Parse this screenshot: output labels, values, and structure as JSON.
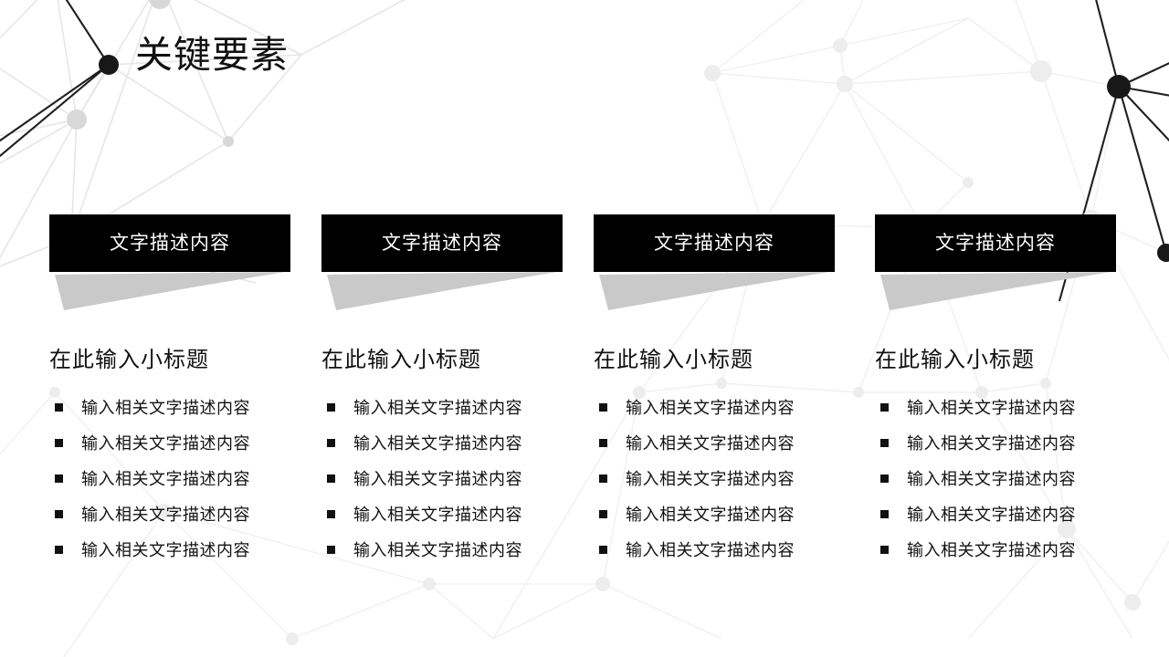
{
  "slide": {
    "title": "关键要素",
    "background_color": "#ffffff",
    "accent_color": "#000000",
    "ribbon_color": "#c9c9c9",
    "network_line_color": "#e3e3e3",
    "network_node_color": "#d6d6d6",
    "network_dark_color": "#1a1a1a"
  },
  "columns": [
    {
      "headline": "文字描述内容",
      "subtitle": "在此输入小标题",
      "bullets": [
        "输入相关文字描述内容",
        "输入相关文字描述内容",
        "输入相关文字描述内容",
        "输入相关文字描述内容",
        "输入相关文字描述内容"
      ]
    },
    {
      "headline": "文字描述内容",
      "subtitle": "在此输入小标题",
      "bullets": [
        "输入相关文字描述内容",
        "输入相关文字描述内容",
        "输入相关文字描述内容",
        "输入相关文字描述内容",
        "输入相关文字描述内容"
      ]
    },
    {
      "headline": "文字描述内容",
      "subtitle": "在此输入小标题",
      "bullets": [
        "输入相关文字描述内容",
        "输入相关文字描述内容",
        "输入相关文字描述内容",
        "输入相关文字描述内容",
        "输入相关文字描述内容"
      ]
    },
    {
      "headline": "文字描述内容",
      "subtitle": "在此输入小标题",
      "bullets": [
        "输入相关文字描述内容",
        "输入相关文字描述内容",
        "输入相关文字描述内容",
        "输入相关文字描述内容",
        "输入相关文字描述内容"
      ]
    }
  ]
}
